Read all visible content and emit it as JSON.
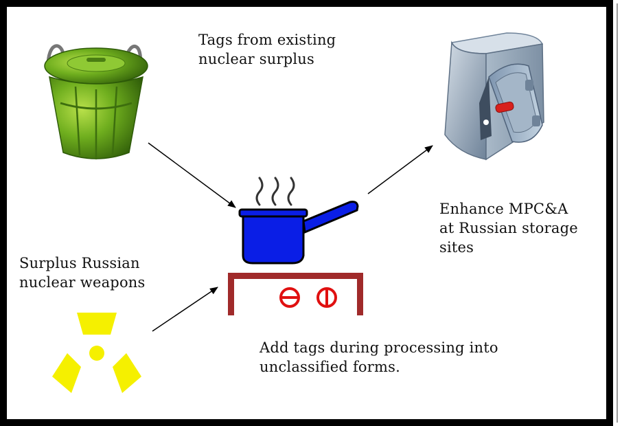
{
  "captions": {
    "tags_existing": "Tags from existing\nnuclear surplus",
    "surplus_weapons": "Surplus Russian\nnuclear weapons",
    "enhance_mpca": "Enhance MPC&A\nat Russian storage\nsites",
    "add_tags": "Add tags during processing into\nunclassified forms."
  },
  "icons": {
    "trash_can": "trash-can-icon",
    "cooking_pot": "cooking-pot-icon",
    "stove": "stove-icon",
    "radiation": "radiation-icon",
    "safe": "safe-icon"
  },
  "colors": {
    "trash_can_green": "#6fae1e",
    "pot_blue": "#0a1ee6",
    "stove_brown": "#a02a2a",
    "knob_red": "#e01010",
    "radiation_yellow": "#f5f000",
    "safe_blue_gray": "#8ea5bd",
    "safe_handle_red": "#d8201c"
  }
}
